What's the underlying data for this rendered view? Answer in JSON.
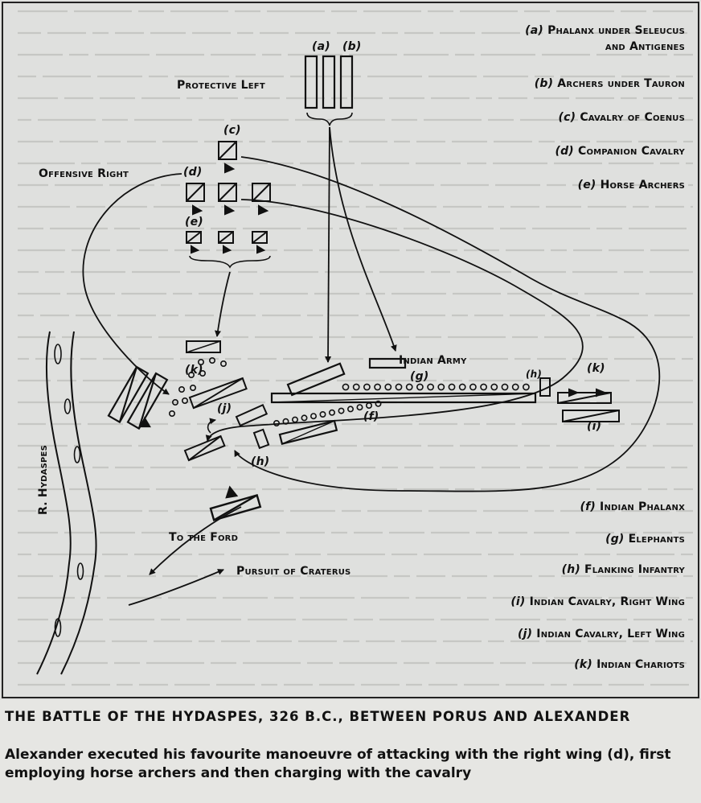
{
  "labels": {
    "protective_left": "Protective Left",
    "offensive_right": "Offensive Right",
    "indian_army": "Indian Army",
    "to_the_ford": "To the Ford",
    "pursuit": "Pursuit of Craterus",
    "river": "R. Hydaspes",
    "a": "(a)",
    "b": "(b)",
    "c": "(c)",
    "d": "(d)",
    "e": "(e)",
    "f": "(f)",
    "g": "(g)",
    "h": "(h)",
    "h2": "(h)",
    "i": "(i)",
    "j": "(j)",
    "k": "(k)",
    "k2": "(k)"
  },
  "legend_top": [
    {
      "key": "(a)",
      "text": "Phalanx under Seleucus"
    },
    {
      "key": "",
      "text": "and Antigenes"
    },
    {
      "key": "(b)",
      "text": "Archers under Tauron"
    },
    {
      "key": "(c)",
      "text": "Cavalry of Coenus"
    },
    {
      "key": "(d)",
      "text": "Companion Cavalry"
    },
    {
      "key": "(e)",
      "text": "Horse Archers"
    }
  ],
  "legend_bottom": [
    {
      "key": "(f)",
      "text": "Indian Phalanx"
    },
    {
      "key": "(g)",
      "text": "Elephants"
    },
    {
      "key": "(h)",
      "text": "Flanking Infantry"
    },
    {
      "key": "(i)",
      "text": "Indian Cavalry, Right Wing"
    },
    {
      "key": "(j)",
      "text": "Indian Cavalry, Left Wing"
    },
    {
      "key": "(k)",
      "text": "Indian Chariots"
    }
  ],
  "caption": {
    "title": "THE BATTLE OF THE HYDASPES, 326 B.C., BETWEEN PORUS AND ALEXANDER",
    "body": "Alexander executed his favourite manoeuvre of attacking with the right wing (d), first employing horse archers and then charging with the cavalry"
  }
}
